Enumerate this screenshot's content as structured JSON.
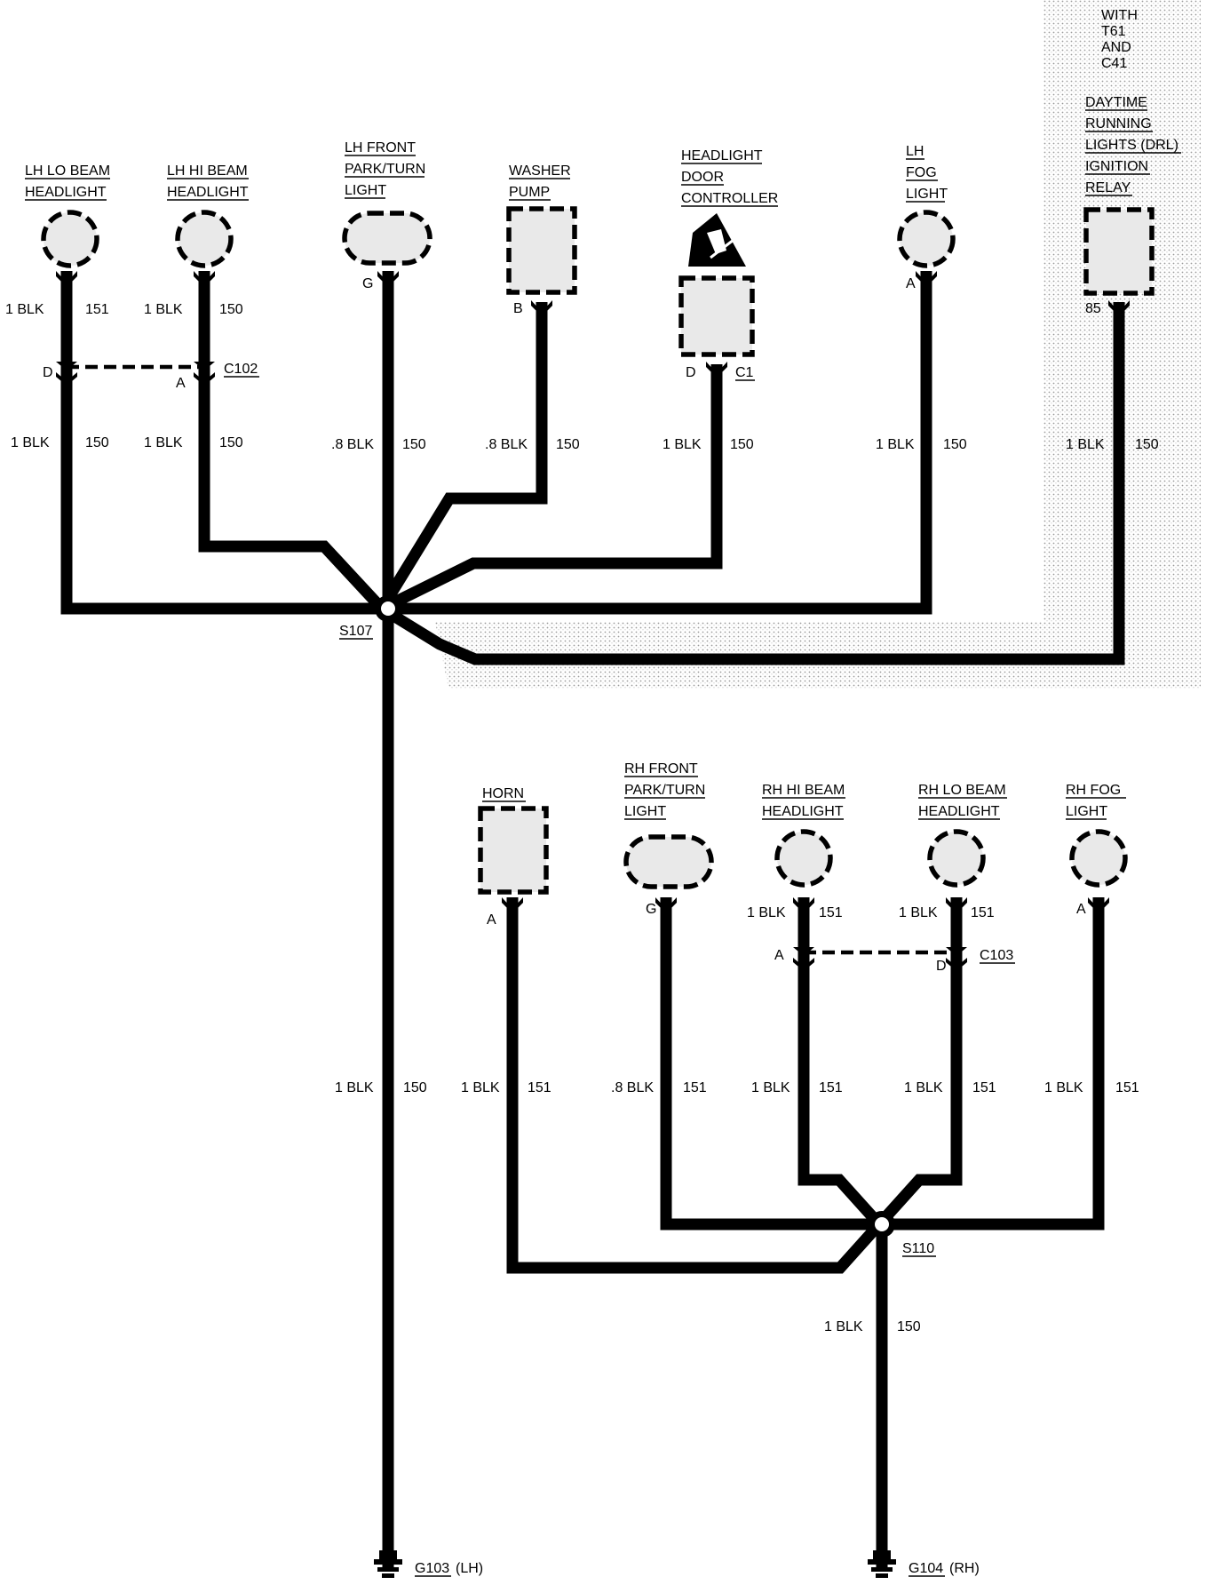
{
  "option_note": [
    "WITH",
    "T61",
    "AND",
    "C41"
  ],
  "components": {
    "lh_lo_beam": [
      "LH LO BEAM",
      "HEADLIGHT"
    ],
    "lh_hi_beam": [
      "LH HI BEAM",
      "HEADLIGHT"
    ],
    "lh_park_turn": [
      "LH FRONT",
      "PARK/TURN",
      "LIGHT"
    ],
    "washer_pump": [
      "WASHER",
      "PUMP"
    ],
    "headlight_door": [
      "HEADLIGHT",
      "DOOR",
      "CONTROLLER"
    ],
    "lh_fog": [
      "LH",
      "FOG",
      "LIGHT"
    ],
    "drl_relay": [
      "DAYTIME",
      "RUNNING",
      "LIGHTS (DRL)",
      "IGNITION",
      "RELAY"
    ],
    "horn": [
      "HORN"
    ],
    "rh_park_turn": [
      "RH FRONT",
      "PARK/TURN",
      "LIGHT"
    ],
    "rh_hi_beam": [
      "RH HI BEAM",
      "HEADLIGHT"
    ],
    "rh_lo_beam": [
      "RH LO BEAM",
      "HEADLIGHT"
    ],
    "rh_fog": [
      "RH FOG",
      "LIGHT"
    ]
  },
  "pins": {
    "lh_lo_beam": "D",
    "lh_hi_beam": "A",
    "lh_park_turn": "G",
    "washer_pump": "B",
    "headlight_door": "D",
    "lh_fog": "A",
    "drl_relay": "85",
    "horn": "A",
    "rh_park_turn": "G",
    "rh_hi_beam": "A",
    "rh_lo_beam": "D",
    "rh_fog": "A"
  },
  "connectors": {
    "c102": "C102",
    "c102_pin_lo": "D",
    "c102_pin_hi": "A",
    "c1": "C1",
    "c103": "C103"
  },
  "splices": {
    "s107": "S107",
    "s110": "S110"
  },
  "grounds": {
    "g103": "G103",
    "g103_side": "(LH)",
    "g104": "G104",
    "g104_side": "(RH)"
  },
  "wires": {
    "w1": {
      "size": "1 BLK",
      "circuit": "151"
    },
    "w2": {
      "size": "1 BLK",
      "circuit": "150"
    },
    "w3": {
      "size": "1 BLK",
      "circuit": "150"
    },
    "w4": {
      "size": "1 BLK",
      "circuit": "150"
    },
    "w5": {
      "size": ".8 BLK",
      "circuit": "150"
    },
    "w6": {
      "size": ".8 BLK",
      "circuit": "150"
    },
    "w7": {
      "size": "1 BLK",
      "circuit": "150"
    },
    "w8": {
      "size": "1 BLK",
      "circuit": "150"
    },
    "w9": {
      "size": "1 BLK",
      "circuit": "150"
    },
    "w10": {
      "size": "1 BLK",
      "circuit": "150"
    },
    "w11": {
      "size": "1 BLK",
      "circuit": "151"
    },
    "w12": {
      "size": ".8 BLK",
      "circuit": "151"
    },
    "w13": {
      "size": "1 BLK",
      "circuit": "151"
    },
    "w14": {
      "size": "1 BLK",
      "circuit": "151"
    },
    "w15": {
      "size": "1 BLK",
      "circuit": "151"
    },
    "w16": {
      "size": "1 BLK",
      "circuit": "150"
    },
    "w17": {
      "size": "1 BLK",
      "circuit": "151"
    },
    "w18": {
      "size": "1 BLK",
      "circuit": "151"
    }
  }
}
